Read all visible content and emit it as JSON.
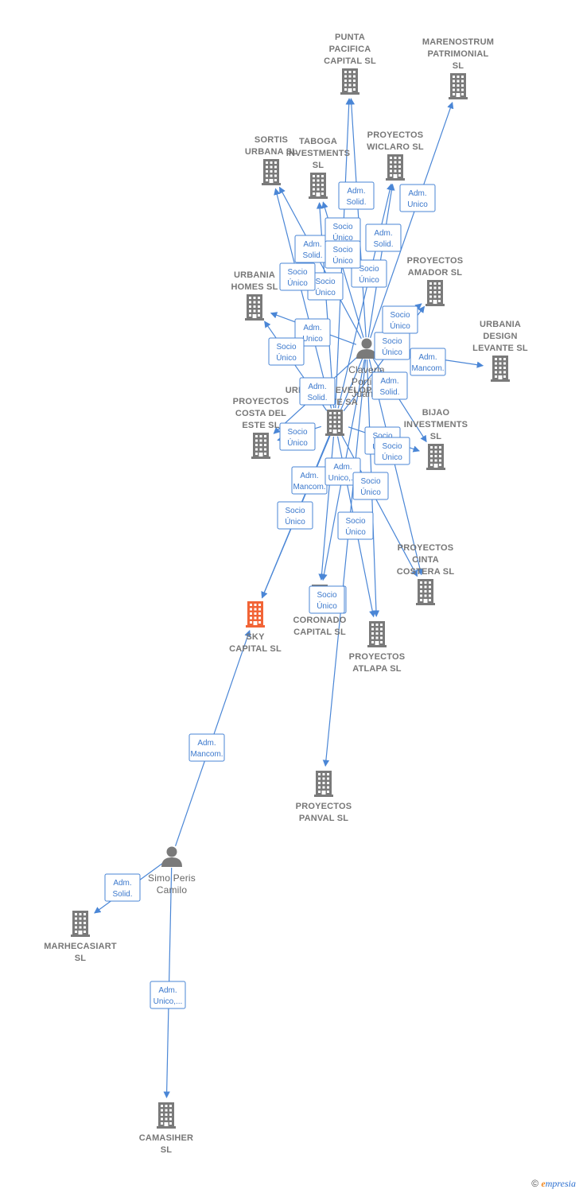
{
  "colors": {
    "edge": "#4a86d6",
    "building": "#7a7a7a",
    "focus": "#f26436",
    "person": "#7a7a7a"
  },
  "nodes": [
    {
      "id": "punta",
      "type": "company",
      "label": [
        "PUNTA",
        "PACIFICA",
        "CAPITAL  SL"
      ]
    },
    {
      "id": "marenostrum",
      "type": "company",
      "label": [
        "MARENOSTRUM",
        "PATRIMONIAL",
        "SL"
      ]
    },
    {
      "id": "sortis",
      "type": "company",
      "label": [
        "SORTIS",
        "URBANA  SL"
      ]
    },
    {
      "id": "taboga",
      "type": "company",
      "label": [
        "TABOGA",
        "INVESTMENTS",
        "SL"
      ]
    },
    {
      "id": "wiclaro",
      "type": "company",
      "label": [
        "PROYECTOS",
        "WICLARO  SL"
      ]
    },
    {
      "id": "amador",
      "type": "company",
      "label": [
        "PROYECTOS",
        "AMADOR  SL"
      ]
    },
    {
      "id": "urbania_homes",
      "type": "company",
      "label": [
        "URBANIA",
        "HOMES  SL"
      ]
    },
    {
      "id": "claveria",
      "type": "person",
      "label": [
        "Claveria",
        "Portillo",
        "Juan..."
      ]
    },
    {
      "id": "urbania_design",
      "type": "company",
      "label": [
        "URBANIA",
        "DESIGN",
        "LEVANTE  SL"
      ]
    },
    {
      "id": "urbania_dev",
      "type": "company",
      "label": [
        "URBANIA DEVELOPER",
        "COSTE SA"
      ]
    },
    {
      "id": "costa_este",
      "type": "company",
      "label": [
        "PROYECTOS",
        "COSTA DEL",
        "ESTE  SL"
      ]
    },
    {
      "id": "bijao",
      "type": "company",
      "label": [
        "BIJAO",
        "INVESTMENTS",
        "SL"
      ]
    },
    {
      "id": "cinta",
      "type": "company",
      "label": [
        "PROYECTOS",
        "CINTA",
        "COSTERA  SL"
      ]
    },
    {
      "id": "sky",
      "type": "focus",
      "label": [
        "SKY",
        "CAPITAL  SL"
      ]
    },
    {
      "id": "coronado",
      "type": "company",
      "label": [
        "CORONADO",
        "CAPITAL  SL"
      ]
    },
    {
      "id": "atlapa",
      "type": "company",
      "label": [
        "PROYECTOS",
        "ATLAPA  SL"
      ]
    },
    {
      "id": "panval",
      "type": "company",
      "label": [
        "PROYECTOS",
        "PANVAL  SL"
      ]
    },
    {
      "id": "simo",
      "type": "person",
      "label": [
        "Simo Peris",
        "Camilo"
      ]
    },
    {
      "id": "marhecasiart",
      "type": "company",
      "label": [
        "MARHECASIART",
        "SL"
      ]
    },
    {
      "id": "camasiher",
      "type": "company",
      "label": [
        "CAMASIHER",
        "SL"
      ]
    }
  ],
  "edges": [
    {
      "from": "claveria",
      "to": "punta",
      "label": [
        "Adm.",
        "Solid."
      ]
    },
    {
      "from": "claveria",
      "to": "marenostrum",
      "label": [
        "Adm.",
        "Unico"
      ]
    },
    {
      "from": "claveria",
      "to": "sortis",
      "label": [
        "Adm.",
        "Solid."
      ]
    },
    {
      "from": "claveria",
      "to": "taboga",
      "label": [
        "Socio",
        "Único"
      ]
    },
    {
      "from": "claveria",
      "to": "wiclaro",
      "label": [
        "Adm.",
        "Solid."
      ]
    },
    {
      "from": "claveria",
      "to": "amador",
      "label": [
        "Adm.",
        "Solid."
      ]
    },
    {
      "from": "claveria",
      "to": "urbania_homes",
      "label": [
        "Adm.",
        "Unico"
      ]
    },
    {
      "from": "claveria",
      "to": "urbania_design",
      "label": [
        "Adm.",
        "Mancom."
      ]
    },
    {
      "from": "claveria",
      "to": "costa_este",
      "label": [
        "Adm.",
        "Solid."
      ]
    },
    {
      "from": "claveria",
      "to": "bijao",
      "label": [
        "Adm.",
        "Solid."
      ]
    },
    {
      "from": "claveria",
      "to": "cinta",
      "label": [
        "Socio",
        "Único"
      ]
    },
    {
      "from": "claveria",
      "to": "sky",
      "label": [
        "Adm.",
        "Mancom."
      ]
    },
    {
      "from": "claveria",
      "to": "coronado",
      "label": [
        "Adm.",
        "Unico,..."
      ]
    },
    {
      "from": "claveria",
      "to": "atlapa",
      "label": [
        "Socio",
        "Único"
      ]
    },
    {
      "from": "claveria",
      "to": "panval",
      "label": [
        "Socio",
        "Único"
      ]
    },
    {
      "from": "urbania_dev",
      "to": "sortis",
      "label": [
        "Socio",
        "Único"
      ]
    },
    {
      "from": "urbania_dev",
      "to": "taboga",
      "label": [
        "Socio",
        "Único"
      ]
    },
    {
      "from": "urbania_dev",
      "to": "punta",
      "label": [
        "Socio",
        "Único"
      ]
    },
    {
      "from": "urbania_dev",
      "to": "wiclaro",
      "label": [
        "Socio",
        "Único"
      ]
    },
    {
      "from": "urbania_dev",
      "to": "urbania_homes",
      "label": [
        "Socio",
        "Único"
      ]
    },
    {
      "from": "urbania_dev",
      "to": "costa_este",
      "label": [
        "Socio",
        "Único"
      ]
    },
    {
      "from": "urbania_dev",
      "to": "amador",
      "label": [
        "Socio",
        "Único"
      ]
    },
    {
      "from": "urbania_dev",
      "to": "bijao",
      "label": [
        "Socio",
        "Único"
      ]
    },
    {
      "from": "urbania_dev",
      "to": "sky",
      "label": [
        "Socio",
        "Único"
      ]
    },
    {
      "from": "urbania_dev",
      "to": "atlapa",
      "label": [
        "Socio",
        "Único"
      ]
    },
    {
      "from": "urbania_dev",
      "to": "coronado",
      "label": [
        "Socio",
        "Único"
      ]
    },
    {
      "from": "urbania_dev",
      "to": "cinta",
      "label": [
        "Socio",
        "Único"
      ]
    },
    {
      "from": "simo",
      "to": "sky",
      "label": [
        "Adm.",
        "Mancom."
      ]
    },
    {
      "from": "simo",
      "to": "marhecasiart",
      "label": [
        "Adm.",
        "Solid."
      ]
    },
    {
      "from": "simo",
      "to": "camasiher",
      "label": [
        "Adm.",
        "Unico,..."
      ]
    }
  ],
  "footer": {
    "copyright": "©",
    "brand_initial": "e",
    "brand_rest": "mpresia"
  }
}
